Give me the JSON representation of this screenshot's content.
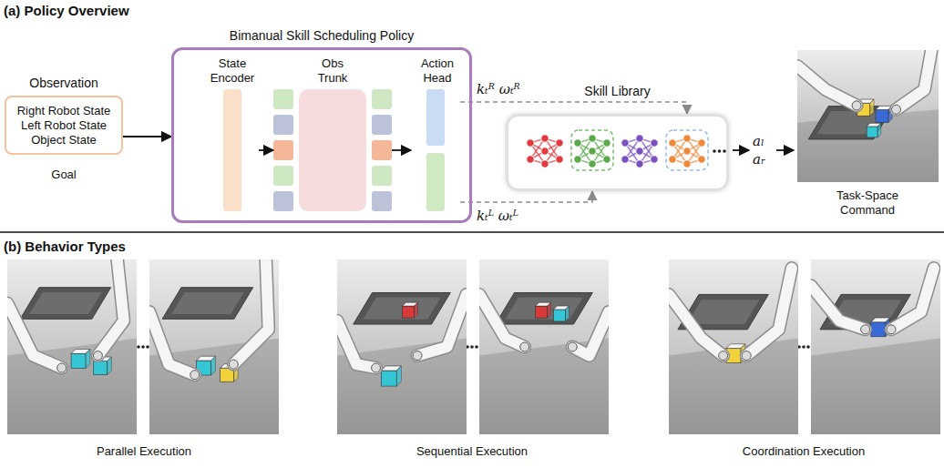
{
  "diagram": {
    "nodes": [
      {
        "text": [
          "Observation",
          "Right Robot State",
          "Left Robot State",
          "Object State"
        ]
      },
      {
        "text": [
          "Bimanual Skill Scheduling Policy"
        ]
      },
      {
        "text": [
          "State Encoder"
        ],
        "in": 1
      },
      {
        "text": [
          "Obs Trunk"
        ],
        "in": 1
      },
      {
        "text": [
          "Action Head"
        ],
        "in": 1
      },
      {
        "text": [
          "Skill Library"
        ]
      }
    ],
    "edges": [
      {
        "from": 0,
        "to": 1,
        "arrow": "to"
      },
      {
        "from": 2,
        "to": 3,
        "arrow": "to"
      },
      {
        "from": 3,
        "to": 4,
        "arrow": "to"
      },
      {
        "from": 4,
        "to": 5,
        "arrow": "to",
        "label": "kₜᴿ ωₜᴿ"
      },
      {
        "from": 4,
        "to": 5,
        "arrow": "to",
        "label": "kₜᴸ ωₜᴸ"
      }
    ],
    "labels": [
      "(a) Policy Overview",
      "Goal",
      "aₗ",
      "aᵣ",
      "Task-Space Command",
      "(b) Behavior Types",
      "Parallel Execution",
      "Sequential Execution",
      "Coordination Execution"
    ]
  }
}
